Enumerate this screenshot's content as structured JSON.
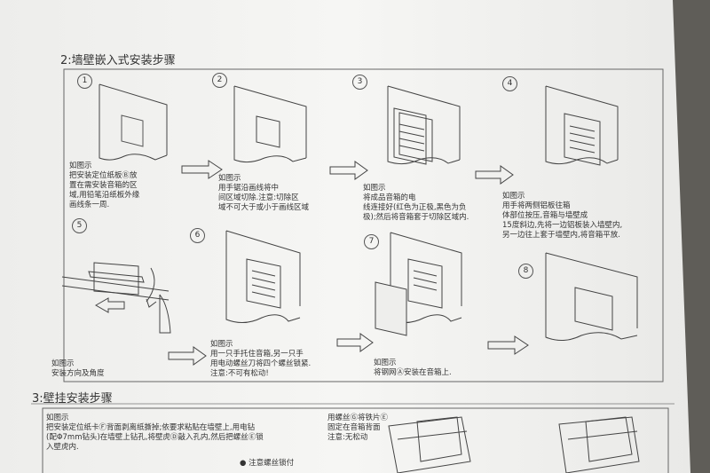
{
  "section2": {
    "title": "2:墙壁嵌入式安装步骤",
    "steps": [
      {
        "num": "1",
        "caption": "如图示\n把安装定位纸板Ⓑ放\n置在需安装音箱的区\n域,用铅笔沿纸板外缘\n画线条一周."
      },
      {
        "num": "2",
        "caption": "如图示\n用手锯沿画线将中\n间区域切除.注意:切除区\n域不可大于或小于画线区域"
      },
      {
        "num": "3",
        "caption": "如图示\n将成品音箱的电\n线连接好(红色为正极,黑色为负\n极);然后将音箱套于切除区域内."
      },
      {
        "num": "4",
        "caption": "如图示\n用手将两侧铝板往箱\n体部位按压,音箱与墙壁成\n15度斜边,先将一边铝板装入墙壁内,\n另一边往上套于墙壁内,将音箱平放."
      },
      {
        "num": "5",
        "caption": "如图示\n安装方向及角度"
      },
      {
        "num": "6",
        "caption": "如图示\n用一只手托住音箱,另一只手\n用电动螺丝刀将四个螺丝锁紧.\n注意:不可有松动!"
      },
      {
        "num": "7",
        "caption": "如图示\n将钢网Ⓐ安装在音箱上."
      },
      {
        "num": "8",
        "caption": ""
      }
    ]
  },
  "section3": {
    "title": "3:壁挂安装步骤",
    "left_caption": "如图示\n把安装定位纸卡Ⓕ背面剥离纸撕掉;依要求粘贴在墙壁上,用电钻\n(配Φ7mm钻头)在墙壁上钻孔,将壁虎Ⓓ敲入孔内,然后把螺丝Ⓔ锁\n入壁虎内.",
    "note": "● 注意螺丝锁付",
    "right_caption": "用螺丝Ⓖ将铁片Ⓔ\n固定在音箱背面\n注意:无松动"
  }
}
